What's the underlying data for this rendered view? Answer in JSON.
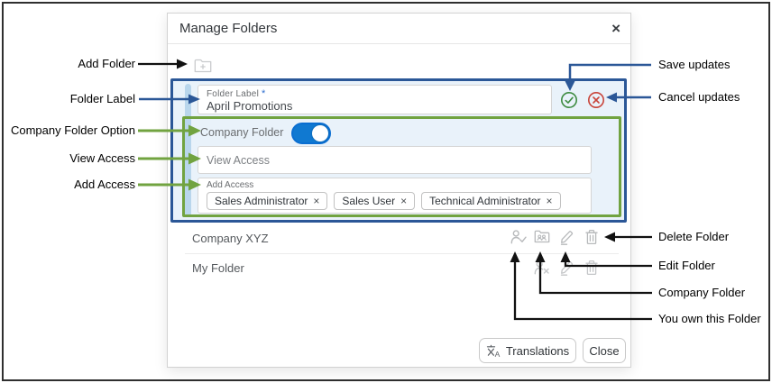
{
  "dialog": {
    "title": "Manage Folders",
    "close_glyph": "×",
    "folder_label_field": {
      "label": "Folder Label",
      "required_mark": "*",
      "value": "April Promotions"
    },
    "company_folder_label": "Company Folder",
    "view_access_placeholder": "View Access",
    "add_access_label": "Add Access",
    "tokens": [
      {
        "label": "Sales Administrator",
        "remove_glyph": "×"
      },
      {
        "label": "Sales User",
        "remove_glyph": "×"
      },
      {
        "label": "Technical Administrator",
        "remove_glyph": "×"
      }
    ],
    "rows": [
      {
        "label": "Company XYZ"
      },
      {
        "label": "My Folder"
      }
    ],
    "footer": {
      "translations_label": "Translations",
      "close_label": "Close"
    }
  },
  "annotations": {
    "left": [
      {
        "label": "Add Folder"
      },
      {
        "label": "Folder Label"
      },
      {
        "label": "Company Folder Option"
      },
      {
        "label": "View Access"
      },
      {
        "label": "Add Access"
      }
    ],
    "right": [
      {
        "label": "Save updates"
      },
      {
        "label": "Cancel updates"
      },
      {
        "label": "Delete Folder"
      },
      {
        "label": "Edit Folder"
      },
      {
        "label": "Company Folder"
      },
      {
        "label": "You own this Folder"
      }
    ]
  },
  "colors": {
    "annotation_blue": "#2b5797",
    "annotation_green": "#71a340",
    "annotation_black": "#111111",
    "panel_background": "#e9f2fa",
    "toggle_blue": "#1079d1",
    "save_green": "#3d8b40",
    "cancel_red": "#c9443a"
  }
}
